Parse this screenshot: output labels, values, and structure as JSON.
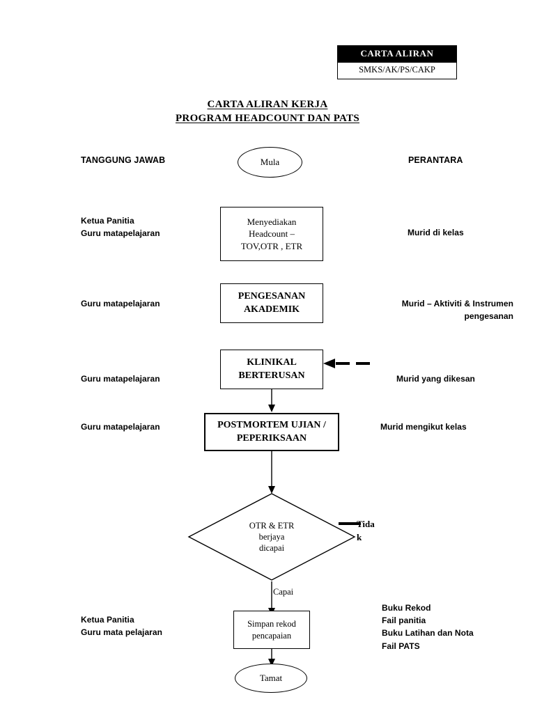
{
  "stamp": {
    "title": "CARTA ALIRAN",
    "code": "SMKS/AK/PS/CAKP"
  },
  "title": {
    "line1": "CARTA ALIRAN KERJA",
    "line2": "PROGRAM HEADCOUNT DAN PATS"
  },
  "columns": {
    "left_heading": "TANGGUNG JAWAB",
    "right_heading": "PERANTARA"
  },
  "nodes": {
    "start": "Mula",
    "headcount": {
      "line1": "Menyediakan",
      "line2": "Headcount –",
      "line3": "TOV,OTR , ETR"
    },
    "pengesanan": {
      "line1": "PENGESANAN",
      "line2": "AKADEMIK"
    },
    "klinikal": {
      "line1": "KLINIKAL",
      "line2": "BERTERUSAN"
    },
    "postmortem": {
      "line1": "POSTMORTEM UJIAN /",
      "line2": "PEPERIKSAAN"
    },
    "decision": {
      "line1": "OTR & ETR",
      "line2": "berjaya",
      "line3": "dicapai"
    },
    "simpan": {
      "line1": "Simpan rekod",
      "line2": "pencapaian"
    },
    "end": "Tamat"
  },
  "edge_labels": {
    "tidak_line1": "Tida",
    "tidak_line2": "k",
    "capai": "Capai"
  },
  "responsibilities": {
    "headcount_line1": "Ketua Panitia",
    "headcount_line2": "Guru matapelajaran",
    "pengesanan": "Guru matapelajaran",
    "klinikal": "Guru matapelajaran",
    "postmortem": "Guru matapelajaran",
    "simpan_line1": "Ketua Panitia",
    "simpan_line2": "Guru mata pelajaran"
  },
  "intermediaries": {
    "headcount": "Murid di kelas",
    "pengesanan_line1": "Murid – Aktiviti & Instrumen",
    "pengesanan_line2": "pengesanan",
    "klinikal": "Murid yang dikesan",
    "postmortem": "Murid mengikut kelas",
    "simpan_line1": "Buku Rekod",
    "simpan_line2": "Fail panitia",
    "simpan_line3": "Buku Latihan dan Nota",
    "simpan_line4": "Fail PATS"
  }
}
